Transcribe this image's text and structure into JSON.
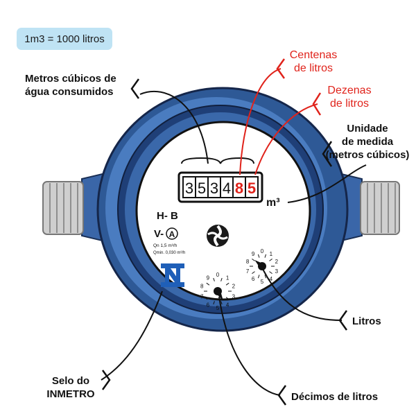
{
  "badge": {
    "text": "1m3 = 1000 litros"
  },
  "labels": {
    "cubic_meters": "Metros cúbicos de\nágua consumidos",
    "hundreds": "Centenas\nde litros",
    "tens": "Dezenas\nde litros",
    "unit": "Unidade\nde medida\n(metros cúbicos)",
    "liters": "Litros",
    "tenths": "Décimos de litros",
    "seal": "Selo do\nINMETRO"
  },
  "meter": {
    "digits_black": [
      "3",
      "5",
      "3",
      "4"
    ],
    "digits_red": [
      "8",
      "5"
    ],
    "unit": "m³",
    "class_h": "H- B",
    "class_v": "V-",
    "class_v_letter": "A",
    "qn": "Qn   1,5  m³/h",
    "qmin": "Qmin. 0,030 m³/h",
    "dial_numbers": [
      "0",
      "1",
      "2",
      "3",
      "4",
      "5",
      "6",
      "7",
      "8",
      "9"
    ]
  },
  "colors": {
    "body_blue": "#3f6fb1",
    "dark_blue": "#1f3f77",
    "face": "#ffffff",
    "thread_gray": "#c9c9c9",
    "red_accent": "#e0231b",
    "badge_bg": "#bfe3f4"
  }
}
